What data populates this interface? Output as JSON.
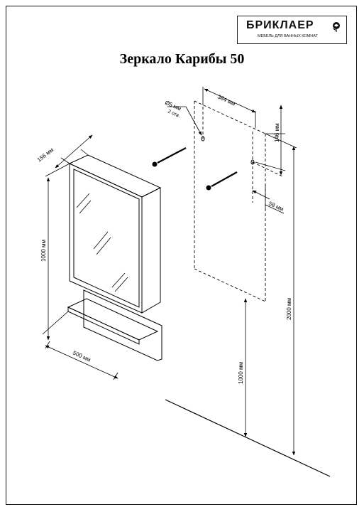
{
  "brand": {
    "name": "БРИКЛАЕР",
    "tagline": "МЕБЕЛЬ ДЛЯ ВАННЫХ КОМНАТ",
    "logo_icon": "rose-icon"
  },
  "title": "Зеркало Карибы 50",
  "dimensions": {
    "hole_diameter": "Ø5 мм",
    "hole_count": "2 отв.",
    "hole_spacing": "384 мм",
    "top_offset": "146 мм",
    "side_offset": "58 мм",
    "depth": "156 мм",
    "height": "1000 мм",
    "width": "500 мм",
    "mount_height_bottom": "1000 мм",
    "mount_height_total": "2000 мм"
  },
  "colors": {
    "line": "#000000",
    "background": "#ffffff"
  }
}
